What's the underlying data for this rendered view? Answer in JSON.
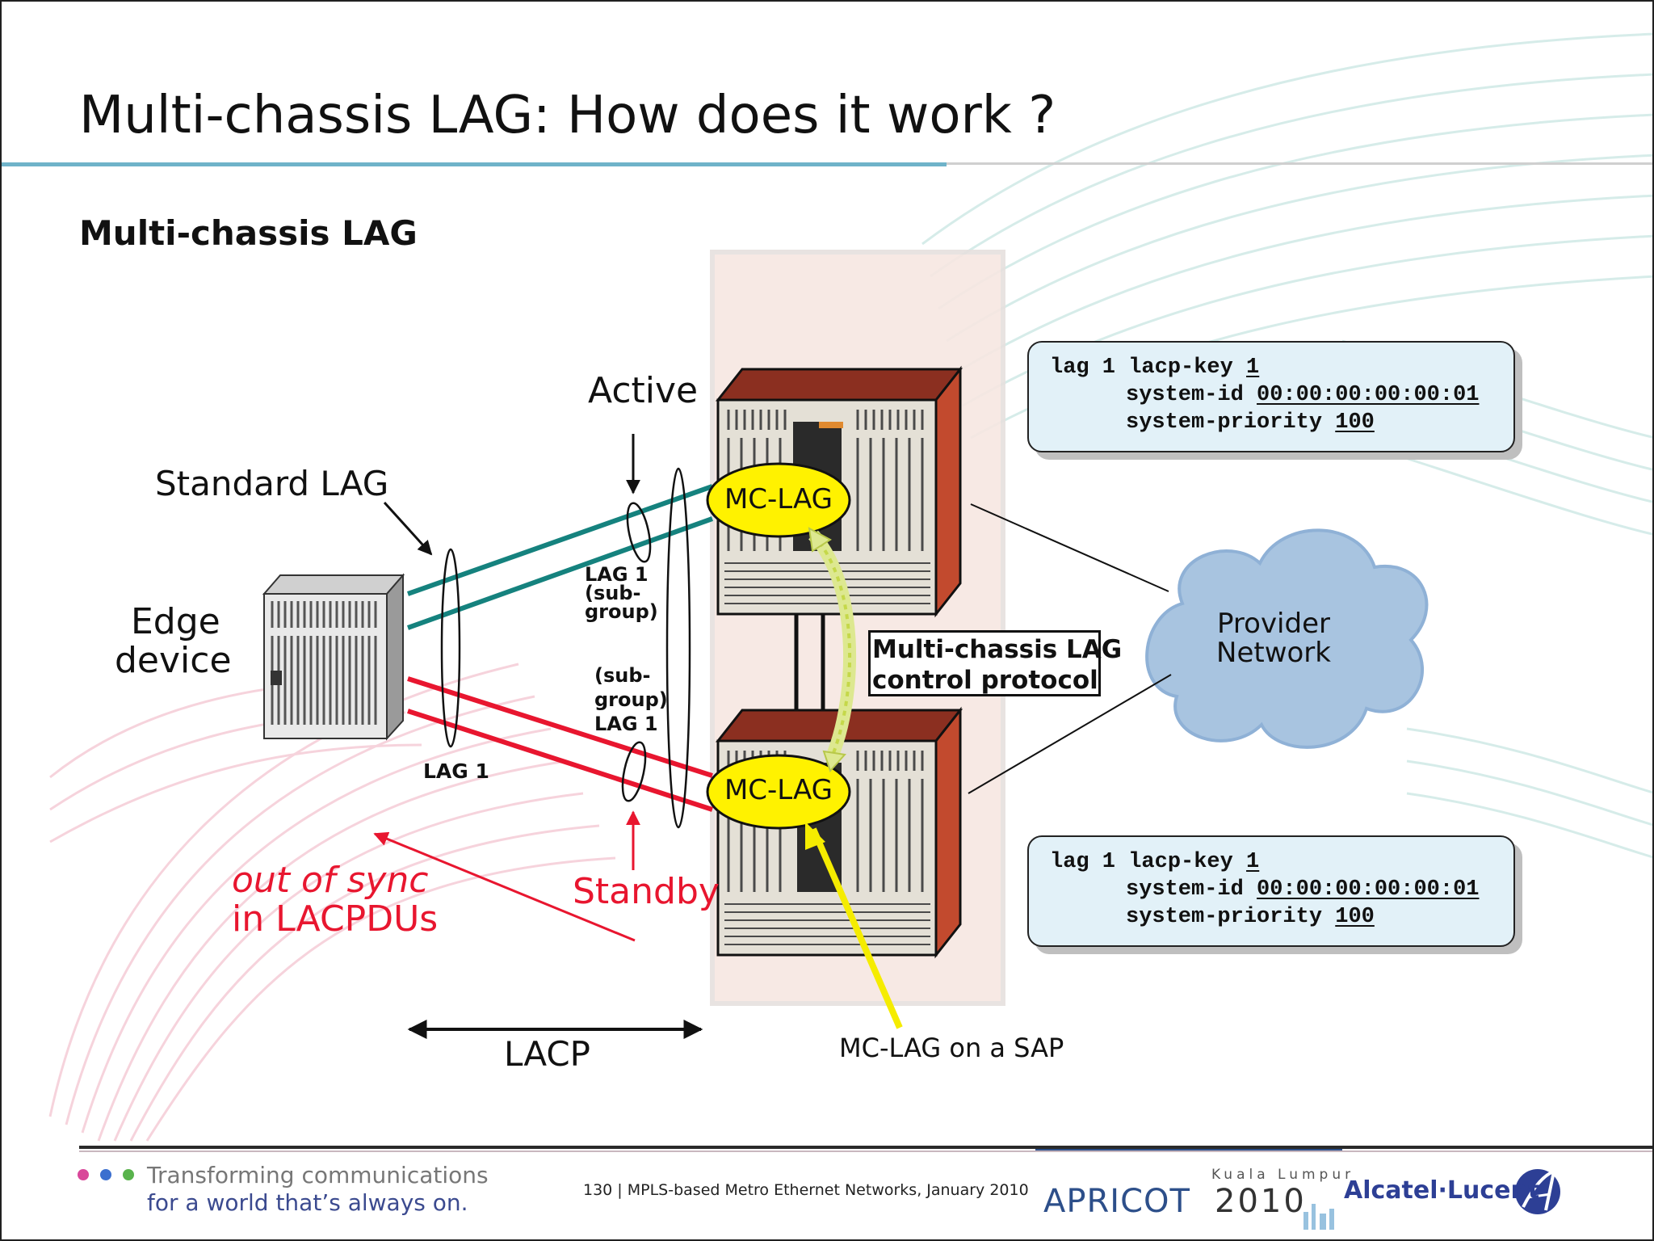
{
  "slide": {
    "title": "Multi-chassis LAG: How does it work ?",
    "subtitle": "Multi-chassis LAG"
  },
  "diagram": {
    "labels": {
      "active": "Active",
      "standby": "Standby",
      "standard_lag": "Standard LAG",
      "edge_device_line1": "Edge",
      "edge_device_line2": "device",
      "lag1": "LAG 1",
      "lag1_top_line1": "LAG 1",
      "lag1_top_line2": "(sub-",
      "lag1_top_line3": "group)",
      "lag1_bottom_line1": "(sub-",
      "lag1_bottom_line2": "group)",
      "lag1_bottom_line3": "LAG 1",
      "mc_lag_top": "MC-LAG",
      "mc_lag_bottom": "MC-LAG",
      "control_protocol_line1": "Multi-chassis LAG",
      "control_protocol_line2": "control protocol",
      "provider_network_line1": "Provider",
      "provider_network_line2": "Network",
      "out_of_sync_line1": "out of sync",
      "out_of_sync_line2": "in LACPDUs",
      "lacp": "LACP",
      "mc_lag_on_sap": "MC-LAG on a SAP"
    },
    "colors": {
      "active_link": "#15827e",
      "standby_link": "#e8162f",
      "mc_lag_fill": "#fff200",
      "cloud": "#a8c4e0",
      "config_box": "#e2f1f8",
      "chassis_side": "#c24a2e"
    },
    "config_top": {
      "line1_cmd": "lag 1 lacp-key ",
      "line1_val": "1",
      "line2_cmd": "system-id ",
      "line2_val": "00:00:00:00:00:01",
      "line3_cmd": "system-priority ",
      "line3_val": "100"
    },
    "config_bottom": {
      "line1_cmd": "lag 1 lacp-key ",
      "line1_val": "1",
      "line2_cmd": "system-id ",
      "line2_val": "00:00:00:00:00:01",
      "line3_cmd": "system-priority ",
      "line3_val": "100"
    }
  },
  "footer": {
    "tagline_line1": "Transforming communications",
    "tagline_line2": "for a world that’s always on.",
    "page_info": "130 | MPLS-based Metro Ethernet Networks, January 2010",
    "event_city": "Kuala Lumpur",
    "event_name": "APRICOT",
    "event_year": "2010",
    "brand": "Alcatel·Lucent"
  }
}
